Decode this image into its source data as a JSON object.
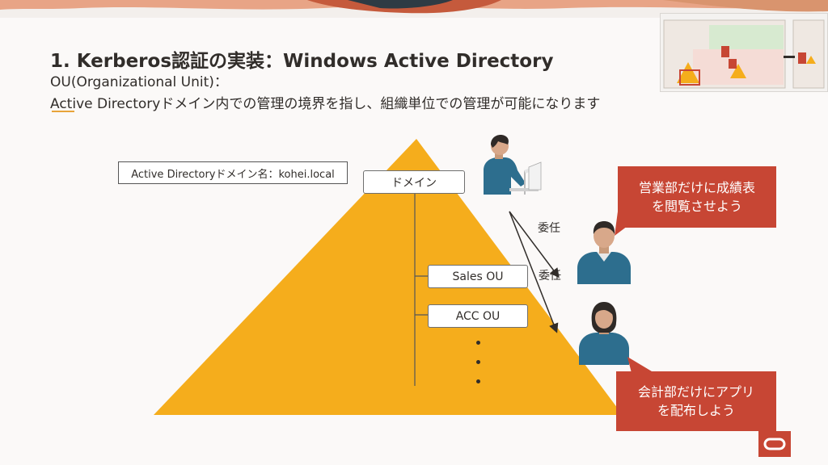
{
  "slide": {
    "title": "1. Kerberos認証の実装：Windows Active Directory",
    "subtitle": "OU(Organizational Unit)：",
    "description": "Active Directoryドメイン内での管理の境界を指し、組織単位での管理が可能になります"
  },
  "diagram": {
    "domain_name_label": "Active Directoryドメイン名：kohei.local",
    "domain_label": "ドメイン",
    "ous": [
      "Sales OU",
      "ACC OU"
    ],
    "delegation_label_1": "委任",
    "delegation_label_2": "委任"
  },
  "callouts": {
    "sales": "営業部だけに成績表\nを閲覧させよう",
    "acc": "会計部だけにアプリ\nを配布しよう"
  },
  "colors": {
    "pyramid": "#f5ad1c",
    "callout": "#c74634",
    "person_shirt": "#2d6e8e",
    "text": "#312d2a"
  },
  "icons": [
    "admin-person-laptop-icon",
    "sales-person-icon",
    "acc-person-icon",
    "oracle-logo-icon"
  ]
}
